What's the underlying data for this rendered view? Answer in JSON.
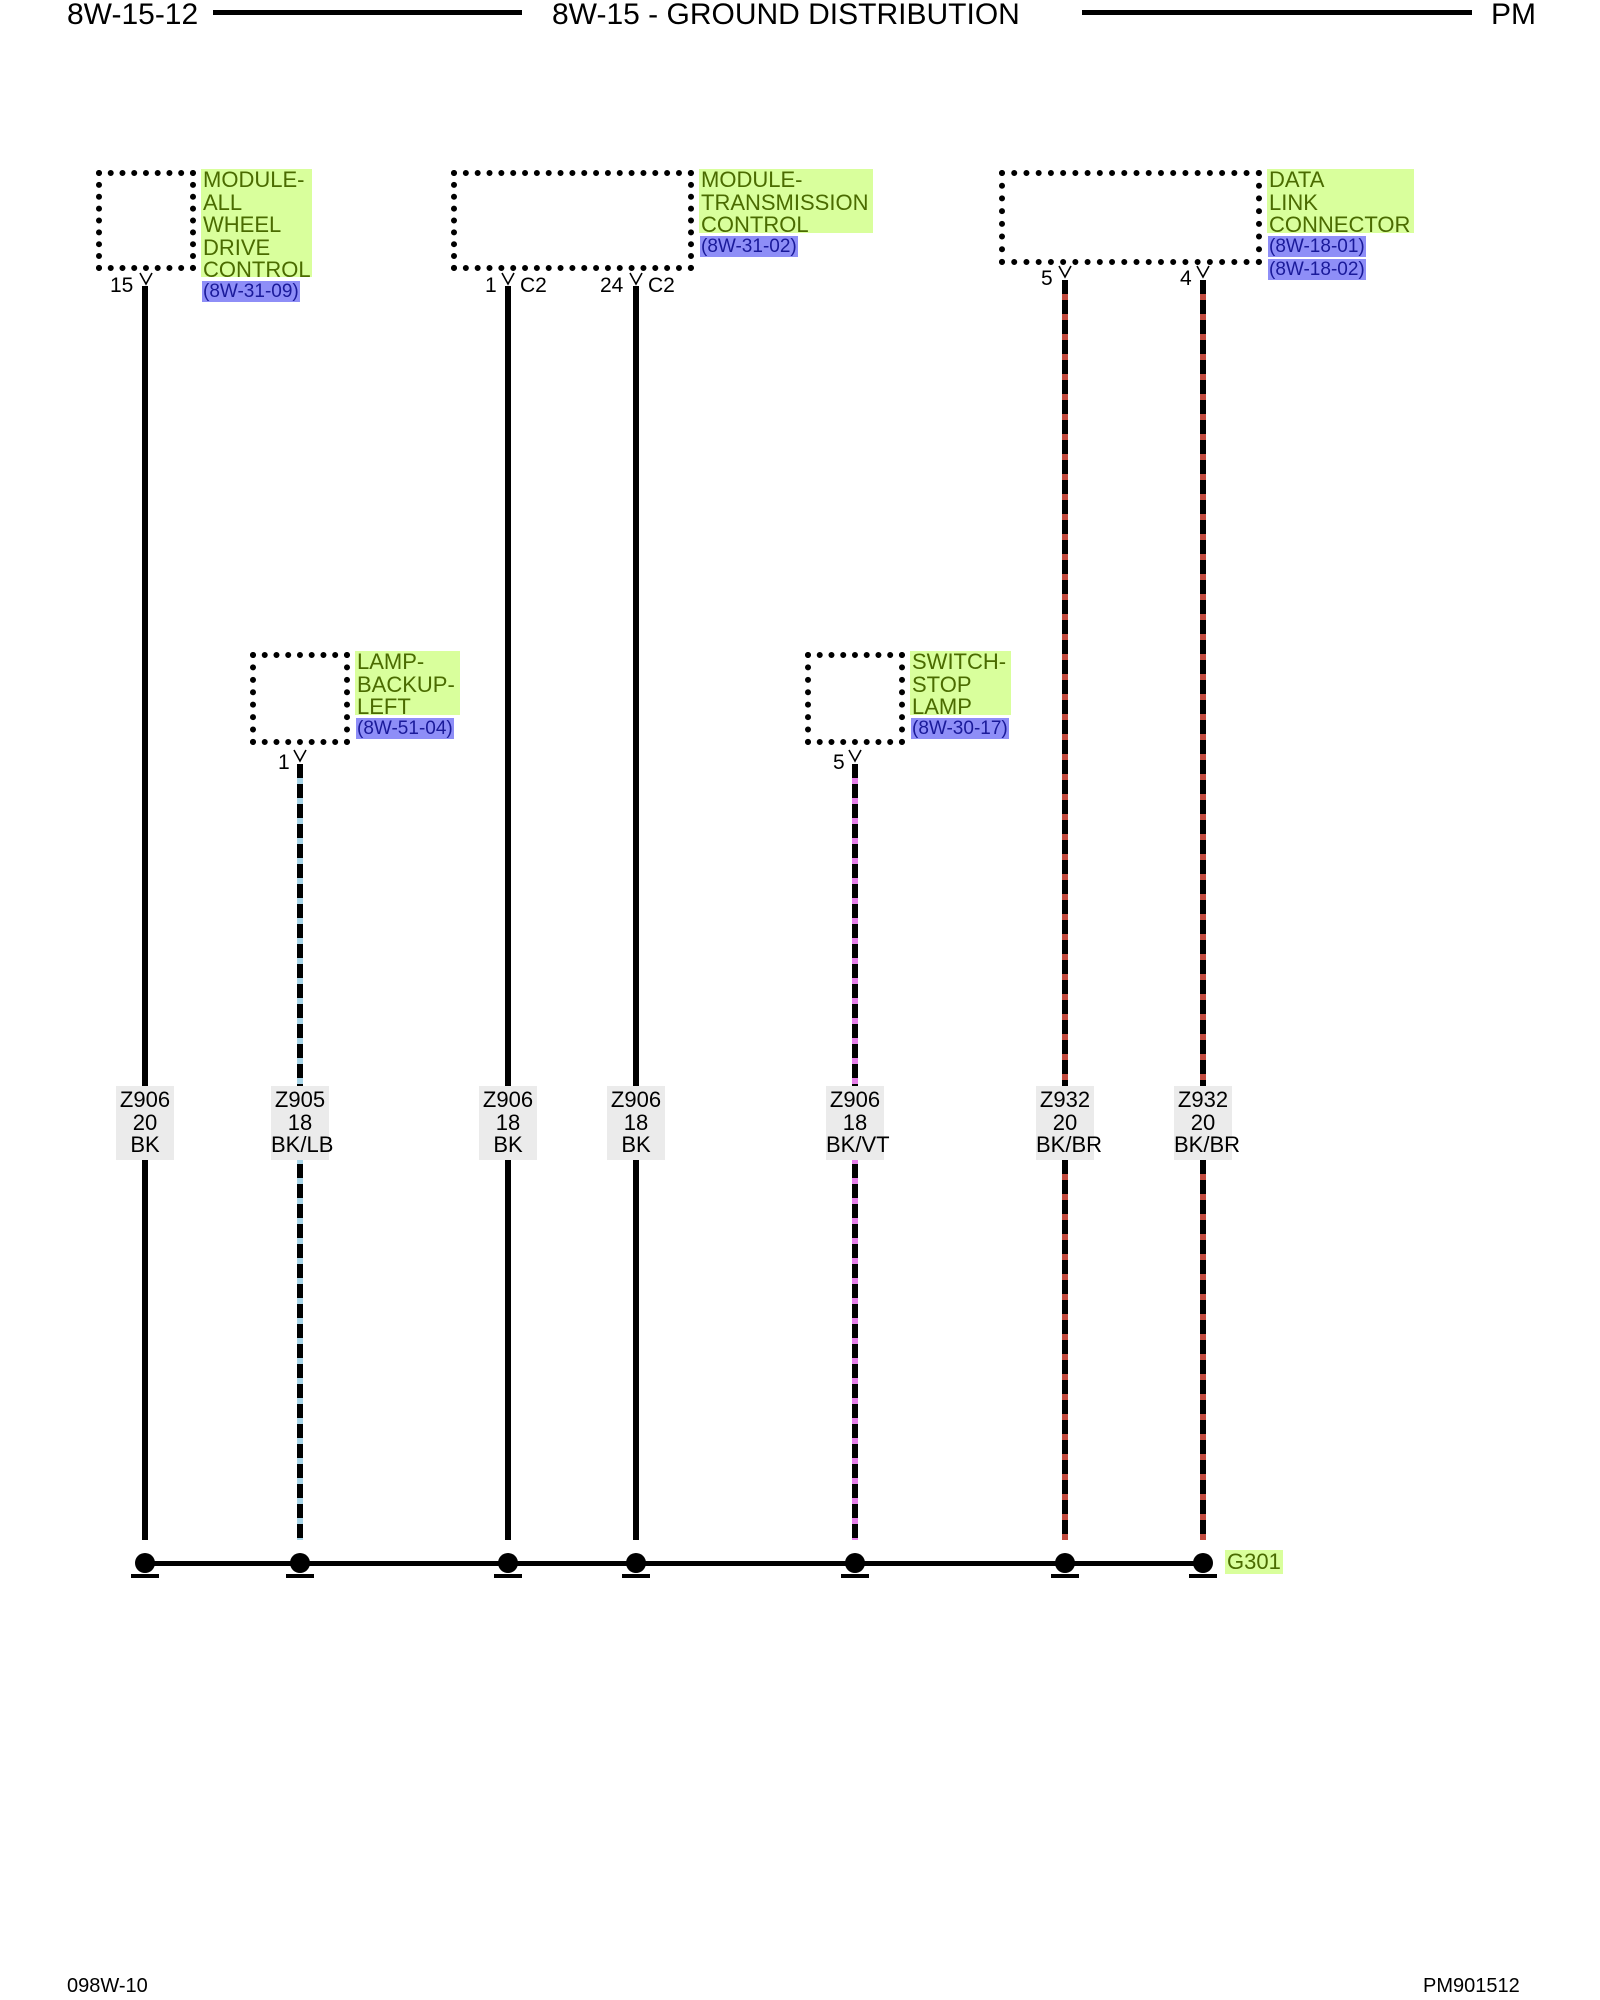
{
  "header": {
    "page_id": "8W-15-12",
    "title": "8W-15 - GROUND DISTRIBUTION",
    "code": "PM"
  },
  "footer": {
    "left": "098W-10",
    "right": "PM901512"
  },
  "components": [
    {
      "lines": [
        "MODULE-",
        "ALL",
        "WHEEL",
        "DRIVE",
        "CONTROL"
      ],
      "refs": [
        "(8W-31-09)"
      ]
    },
    {
      "lines": [
        "MODULE-",
        "TRANSMISSION",
        "CONTROL"
      ],
      "refs": [
        "(8W-31-02)"
      ]
    },
    {
      "lines": [
        "DATA",
        "LINK",
        "CONNECTOR"
      ],
      "refs": [
        "(8W-18-01)",
        "(8W-18-02)"
      ]
    },
    {
      "lines": [
        "LAMP-",
        "BACKUP-",
        "LEFT"
      ],
      "refs": [
        "(8W-51-04)"
      ]
    },
    {
      "lines": [
        "SWITCH-",
        "STOP",
        "LAMP"
      ],
      "refs": [
        "(8W-30-17)"
      ]
    }
  ],
  "pins": [
    "15",
    "1",
    "C2",
    "24",
    "C2",
    "5",
    "4",
    "1",
    "5"
  ],
  "wires": [
    {
      "circuit": "Z906",
      "gauge": "20",
      "color": "BK",
      "stripe_color": "#000000"
    },
    {
      "circuit": "Z905",
      "gauge": "18",
      "color": "BK/LB",
      "stripe_color": "#a9d4e6"
    },
    {
      "circuit": "Z906",
      "gauge": "18",
      "color": "BK",
      "stripe_color": "#000000"
    },
    {
      "circuit": "Z906",
      "gauge": "18",
      "color": "BK",
      "stripe_color": "#000000"
    },
    {
      "circuit": "Z906",
      "gauge": "18",
      "color": "BK/VT",
      "stripe_color": "#e57ee8"
    },
    {
      "circuit": "Z932",
      "gauge": "20",
      "color": "BK/BR",
      "stripe_color": "#c04a3e"
    },
    {
      "circuit": "Z932",
      "gauge": "20",
      "color": "BK/BR",
      "stripe_color": "#c04a3e"
    }
  ],
  "ground": {
    "name": "G301"
  },
  "colors": {
    "label_bg": "#d9ff9c",
    "label_text": "#4a6b00",
    "ref_bg": "#8e8ef7",
    "wire_tag_bg": "#ebebeb"
  }
}
